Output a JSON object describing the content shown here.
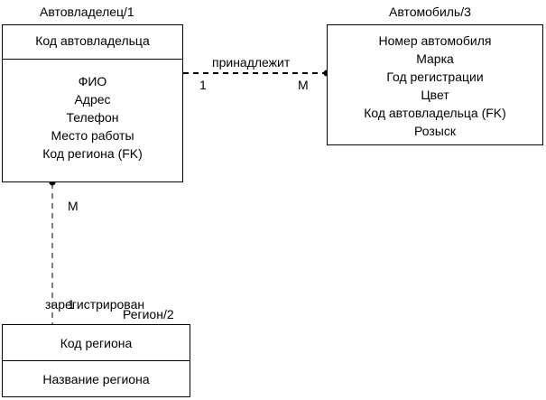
{
  "entities": {
    "owner": {
      "title": "Автовладелец/1",
      "key": "Код автовладельца",
      "attributes": [
        "ФИО",
        "Адрес",
        "Телефон",
        "Место работы",
        "Код региона  (FK)"
      ]
    },
    "car": {
      "title": "Автомобиль/3",
      "attributes": [
        "Номер автомобиля",
        "Марка",
        "Год регистрации",
        "Цвет",
        "Код автовладельца  (FK)",
        "Розыск"
      ]
    },
    "region": {
      "title": "Регион/2",
      "key": "Код региона",
      "attributes": [
        "Название региона"
      ]
    }
  },
  "relationships": {
    "owns": {
      "label": "принадлежит",
      "from_cardinality": "1",
      "to_cardinality": "M"
    },
    "registered": {
      "label": "зарегистрирован",
      "from_cardinality": "1",
      "to_cardinality": "M"
    }
  }
}
